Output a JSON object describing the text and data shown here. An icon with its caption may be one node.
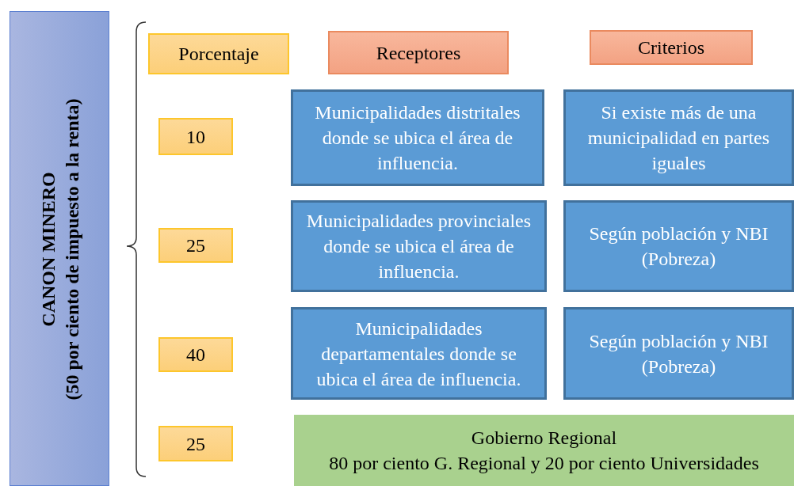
{
  "diagram": {
    "nodes": [
      {
        "text": [
          "CANON MINERO",
          "(50 por ciento de impuesto a la renta)"
        ]
      },
      {
        "text": [
          "Porcentaje"
        ]
      },
      {
        "text": [
          "Receptores"
        ]
      },
      {
        "text": [
          "Criterios"
        ]
      },
      {
        "text": [
          "10"
        ]
      },
      {
        "text": [
          "Municipalidades distritales donde se ubica el área de influencia."
        ]
      },
      {
        "text": [
          "Si existe más de una municipalidad en partes iguales"
        ]
      },
      {
        "text": [
          "25"
        ]
      },
      {
        "text": [
          "Municipalidades provinciales donde se ubica el área de influencia."
        ]
      },
      {
        "text": [
          "Según población y NBI (Pobreza)"
        ]
      },
      {
        "text": [
          "40"
        ]
      },
      {
        "text": [
          "Municipalidades departamentales donde se ubica el área de influencia."
        ]
      },
      {
        "text": [
          "Según población y NBI (Pobreza)"
        ]
      },
      {
        "text": [
          "25"
        ]
      },
      {
        "text": [
          "Gobierno Regional",
          "80 por ciento G. Regional y 20 por ciento Universidades"
        ]
      }
    ]
  }
}
